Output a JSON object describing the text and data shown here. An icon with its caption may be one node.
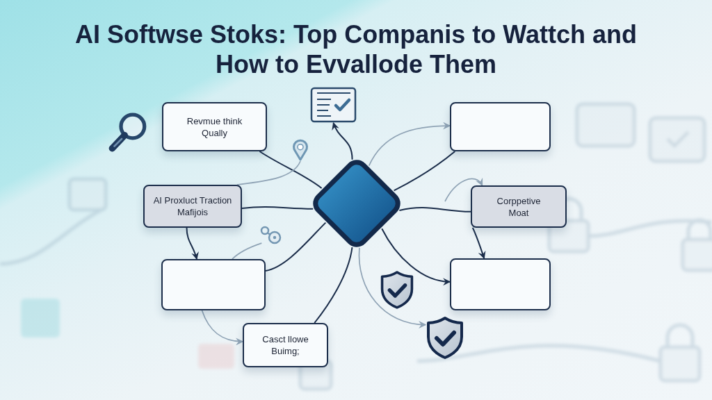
{
  "diagram": {
    "title": "AI Softwse Stoks: Top Companis to Wattch and How to Evvallode Them",
    "nodes": [
      {
        "text": [
          "Revmue think Qually"
        ]
      },
      {
        "text": [],
        "shape": "document"
      },
      {
        "text": [],
        "shape": "box"
      },
      {
        "text": [],
        "shape": "pin"
      },
      {
        "text": [
          "AI Proxluct Traction Mafijois"
        ]
      },
      {
        "text": [],
        "shape": "diamond"
      },
      {
        "text": [
          "Corppetive Moat"
        ]
      },
      {
        "text": [],
        "shape": "key"
      },
      {
        "text": [],
        "shape": "box"
      },
      {
        "text": [],
        "shape": "box"
      },
      {
        "text": [],
        "shape": "shield"
      },
      {
        "text": [
          "Casct llowe Buimg;"
        ]
      }
    ],
    "edges": [
      {
        "from": 0,
        "to": 5,
        "arrow": "none"
      },
      {
        "from": 5,
        "to": 1,
        "arrow": "to"
      },
      {
        "from": 5,
        "to": 2,
        "arrow": "to",
        "color": "#8fa3b5"
      },
      {
        "from": 5,
        "to": 2,
        "arrow": "none"
      },
      {
        "from": 3,
        "to": 4,
        "arrow": "none",
        "color": "#8fa3b5"
      },
      {
        "from": 4,
        "to": 5,
        "arrow": "none"
      },
      {
        "from": null,
        "to": 6,
        "arrow": "to",
        "color": "#8fa3b5"
      },
      {
        "from": 5,
        "to": 6,
        "arrow": "none"
      },
      {
        "from": 4,
        "to": 8,
        "arrow": "to"
      },
      {
        "from": 7,
        "to": 8,
        "arrow": "none",
        "color": "#8fa3b5"
      },
      {
        "from": 8,
        "to": 5,
        "arrow": "none"
      },
      {
        "from": 6,
        "to": 9,
        "arrow": "to"
      },
      {
        "from": 5,
        "to": 9,
        "arrow": "to"
      },
      {
        "from": 5,
        "to": 10,
        "arrow": "to",
        "color": "#8fa3b5"
      },
      {
        "from": 8,
        "to": 11,
        "arrow": "to",
        "color": "#8fa3b5"
      },
      {
        "from": 5,
        "to": 11,
        "arrow": "none"
      }
    ]
  }
}
